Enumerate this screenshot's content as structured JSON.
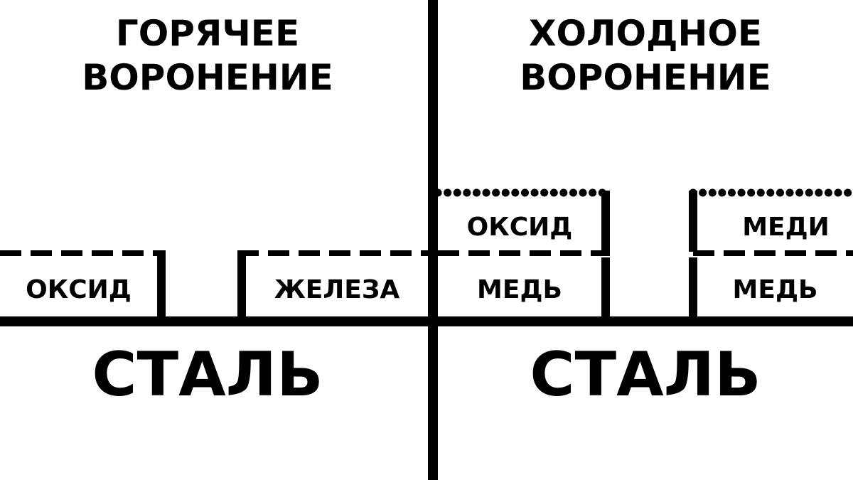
{
  "left_panel": {
    "title_line1": "ГОРЯЧЕЕ",
    "title_line2": "ВОРОНЕНИЕ",
    "layer_left": "ОКСИД",
    "layer_right": "ЖЕЛЕЗА",
    "substrate": "СТАЛЬ"
  },
  "right_panel": {
    "title_line1": "ХОЛОДНОЕ",
    "title_line2": "ВОРОНЕНИЕ",
    "upper_left": "ОКСИД",
    "upper_right": "МЕДИ",
    "lower_left": "МЕДЬ",
    "lower_right": "МЕДЬ",
    "substrate": "СТАЛЬ"
  },
  "colors": {
    "background": "#ffffff",
    "ink": "#000000"
  }
}
